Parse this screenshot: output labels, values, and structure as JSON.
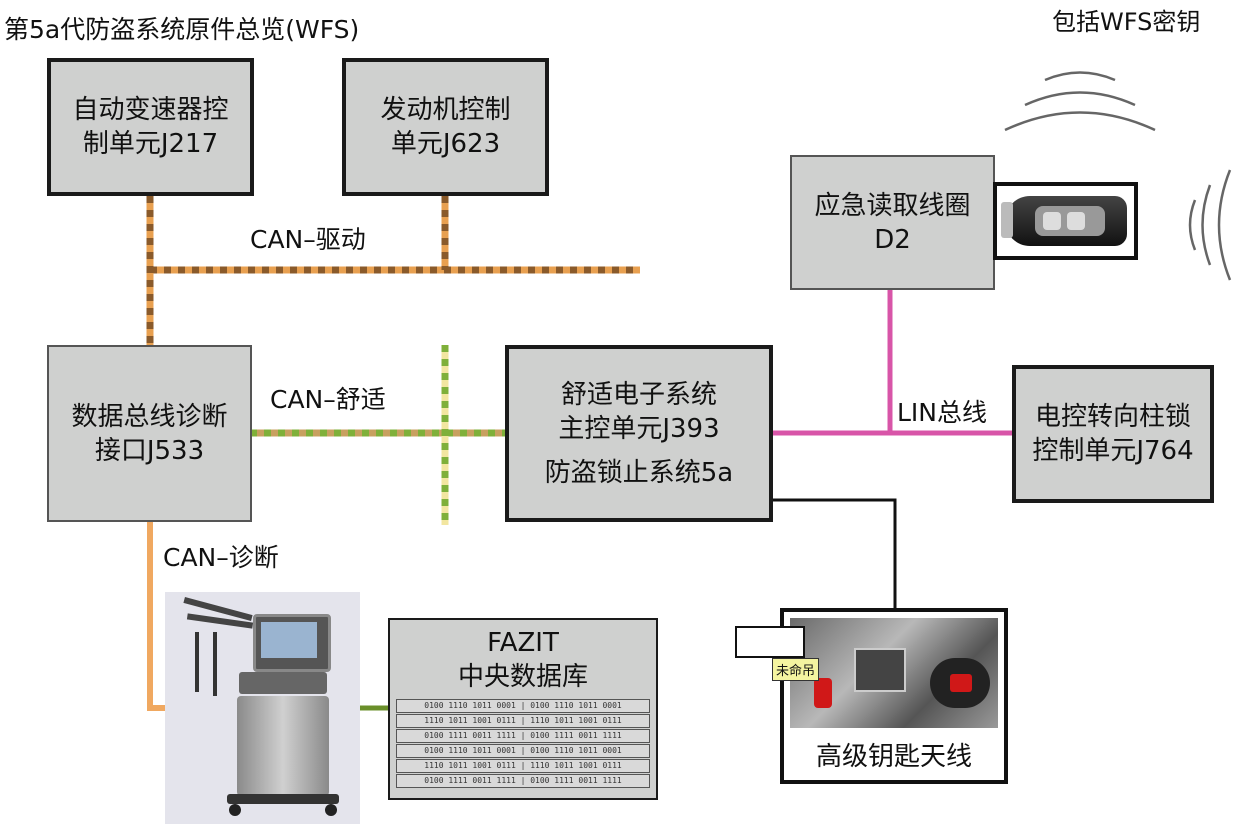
{
  "header": {
    "title": "第5a代防盗系统原件总览(WFS)",
    "subtitle": "包括WFS密钥"
  },
  "units": {
    "j217": {
      "line1": "自动变速器控",
      "line2": "制单元J217"
    },
    "j623": {
      "line1": "发动机控制",
      "line2": "单元J623"
    },
    "d2": {
      "line1": "应急读取线圈",
      "line2": "D2"
    },
    "j533": {
      "line1": "数据总线诊断",
      "line2": "接口J533"
    },
    "j393": {
      "line1": "舒适电子系统",
      "line2": "主控单元J393",
      "line3": "防盗锁止系统5a"
    },
    "j764": {
      "line1": "电控转向柱锁",
      "line2": "控制单元J764"
    },
    "fazit": {
      "line1": "FAZIT",
      "line2": "中央数据库"
    },
    "antenna": {
      "label": "高级钥匙天线",
      "tag": "未命吊"
    }
  },
  "buses": {
    "can_drive": "CAN–驱动",
    "can_comfort": "CAN–舒适",
    "can_diag": "CAN–诊断",
    "lin": "LIN总线"
  },
  "binary_rows": [
    "0100 1110 1011 0001 | 0100 1110 1011 0001",
    "1110 1011 1001 0111 | 1110 1011 1001 0111",
    "0100 1111 0011 1111 | 0100 1111 0011 1111",
    "0100 1110 1011 0001 | 0100 1110 1011 0001",
    "1110 1011 1001 0111 | 1110 1011 1001 0111",
    "0100 1111 0011 1111 | 0100 1111 0011 1111"
  ],
  "colors": {
    "can_drive": "#b07a3a",
    "can_comfort": "#8fbf4a",
    "can_diag": "#f0a860",
    "lin": "#d855a8",
    "fazit_link": "#6a8f2a",
    "box_fill": "#cfd0cf"
  }
}
